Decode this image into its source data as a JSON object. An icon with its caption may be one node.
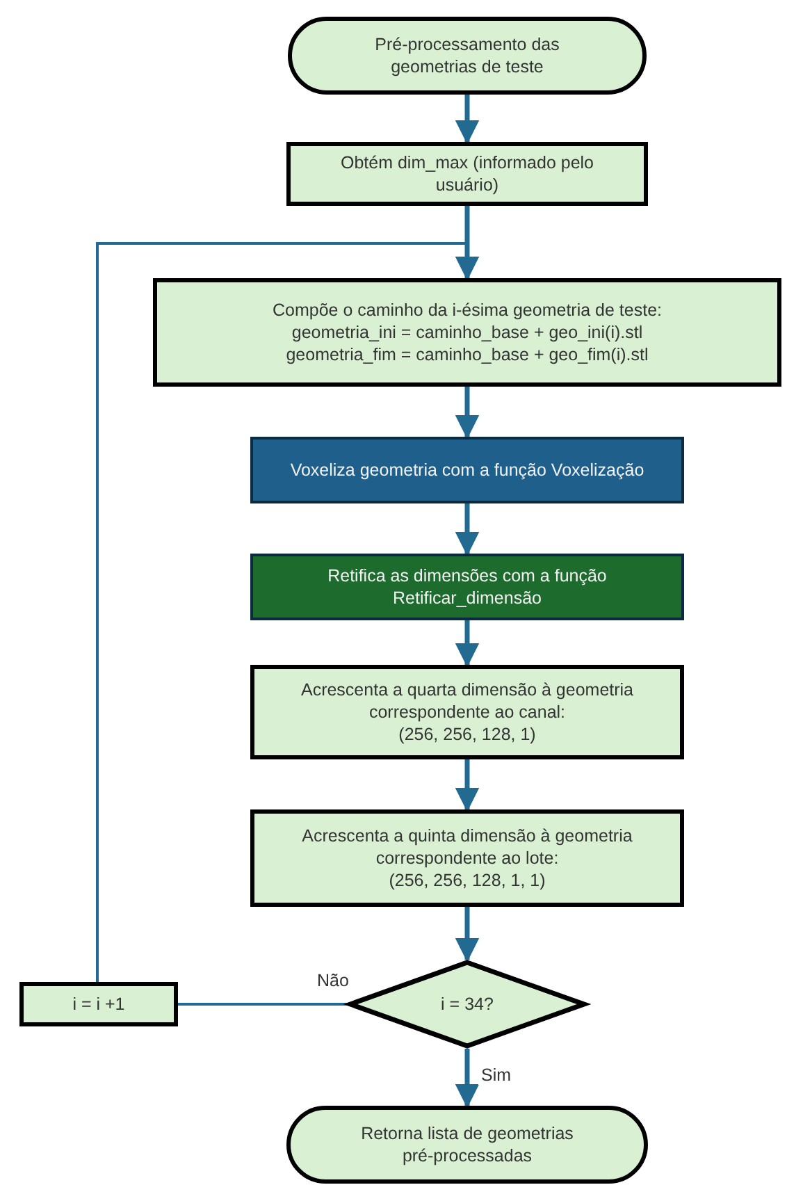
{
  "diagram": {
    "nodes": [
      {
        "text": [
          "Pré-processamento das geometrias de teste"
        ]
      },
      {
        "text": [
          "Obtém dim_max (informado pelo usuário)"
        ]
      },
      {
        "text": [
          "Compõe o caminho da i-ésima geometria de teste:",
          "geometria_ini = caminho_base + geo_ini(i).stl",
          "geometria_fim = caminho_base + geo_fim(i).stl"
        ]
      },
      {
        "text": [
          "Voxeliza geometria com a função Voxelização"
        ]
      },
      {
        "text": [
          "Retifica as dimensões com a função Retificar_dimensão"
        ]
      },
      {
        "text": [
          "Acrescenta a quarta dimensão à geometria correspondente ao canal:",
          "(256, 256, 128, 1)"
        ]
      },
      {
        "text": [
          "Acrescenta a quinta dimensão à geometria correspondente ao lote:",
          "(256, 256, 128, 1, 1)"
        ]
      },
      {
        "text": [
          "i = 34?"
        ]
      },
      {
        "text": [
          "i = i +1"
        ]
      },
      {
        "text": [
          "Retorna lista de geometrias pré-processadas"
        ]
      }
    ],
    "edges": [
      {
        "from": 0,
        "to": 1,
        "arrow": "to"
      },
      {
        "from": 1,
        "to": 2,
        "arrow": "to"
      },
      {
        "from": 2,
        "to": 3,
        "arrow": "to"
      },
      {
        "from": 3,
        "to": 4,
        "arrow": "to"
      },
      {
        "from": 4,
        "to": 5,
        "arrow": "to"
      },
      {
        "from": 5,
        "to": 6,
        "arrow": "to"
      },
      {
        "from": 6,
        "to": 7,
        "arrow": "to"
      },
      {
        "from": 7,
        "to": 8,
        "arrow": "none",
        "label": "Não"
      },
      {
        "from": 8,
        "to": 2,
        "arrow": "to"
      },
      {
        "from": 7,
        "to": 9,
        "arrow": "to",
        "label": "Sim"
      }
    ]
  }
}
